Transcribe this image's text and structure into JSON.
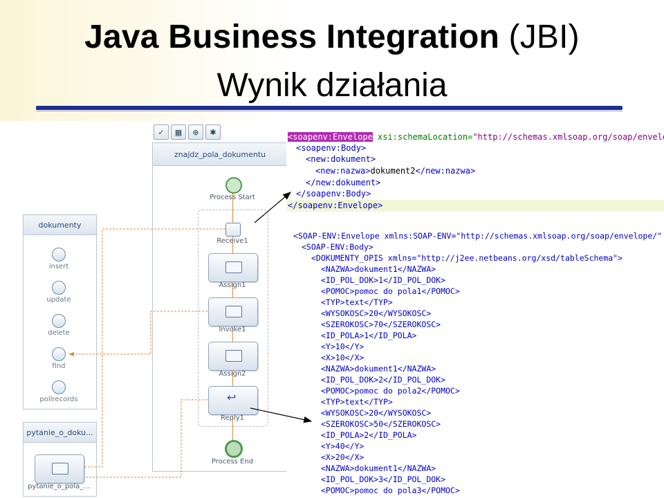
{
  "slide": {
    "title_bold": "Java Business Integration",
    "title_paren": "(JBI)",
    "subtitle": "Wynik działania"
  },
  "designer": {
    "process_name": "znajdz_pola_dokumentu",
    "nodes": {
      "start": "Process Start",
      "receive": "Receive1",
      "assign1": "Assign1",
      "invoke": "Invoke1",
      "assign2": "Assign2",
      "reply": "Reply1",
      "end": "Process End"
    },
    "partner_dokumenty": {
      "title": "dokumenty",
      "ops": [
        "insert",
        "update",
        "delete",
        "find",
        "pollrecords"
      ]
    },
    "partner_pytanie": {
      "title": "pytanie_o_doku...",
      "op": "pytanie_o_pola_..."
    },
    "colors": {
      "link_orange": "#e08a3a",
      "start_green": "#4e9a4e"
    }
  },
  "xml_request": {
    "lines": [
      {
        "t": "<soapenv:Envelope",
        "a": " xsi:schemaLocation=",
        "v": "\"http://schemas.xmlsoap.org/soap/envelope/"
      },
      {
        "t": "<soapenv:Body>"
      },
      {
        "t": "<new:dokument>"
      },
      {
        "t": "<new:nazwa>",
        "x": "dokument2",
        "c": "</new:nazwa>"
      },
      {
        "t": "</new:dokument>"
      },
      {
        "t": "</soapenv:Body>"
      },
      {
        "t": "</soapenv:Envelope>"
      }
    ]
  },
  "xml_response": {
    "lines": [
      "<SOAP-ENV:Envelope xmlns:SOAP-ENV=\"http://schemas.xmlsoap.org/soap/envelope/\" xml",
      "<SOAP-ENV:Body>",
      "<DOKUMENTY_OPIS xmlns=\"http://j2ee.netbeans.org/xsd/tableSchema\">",
      "<NAZWA>dokument1</NAZWA>",
      "<ID_POL_DOK>1</ID_POL_DOK>",
      "<POMOC>pomoc do pola1</POMOC>",
      "<TYP>text</TYP>",
      "<WYSOKOSC>20</WYSOKOSC>",
      "<SZEROKOSC>70</SZEROKOSC>",
      "<ID_POLA>1</ID_POLA>",
      "<Y>10</Y>",
      "<X>10</X>",
      "<NAZWA>dokument1</NAZWA>",
      "<ID_POL_DOK>2</ID_POL_DOK>",
      "<POMOC>pomoc do pola2</POMOC>",
      "<TYP>text</TYP>",
      "<WYSOKOSC>20</WYSOKOSC>",
      "<SZEROKOSC>50</SZEROKOSC>",
      "<ID_POLA>2</ID_POLA>",
      "<Y>40</Y>",
      "<X>20</X>",
      "<NAZWA>dokument1</NAZWA>",
      "<ID_POL_DOK>3</ID_POL_DOK>",
      "<POMOC>pomoc do pola3</POMOC>"
    ]
  }
}
